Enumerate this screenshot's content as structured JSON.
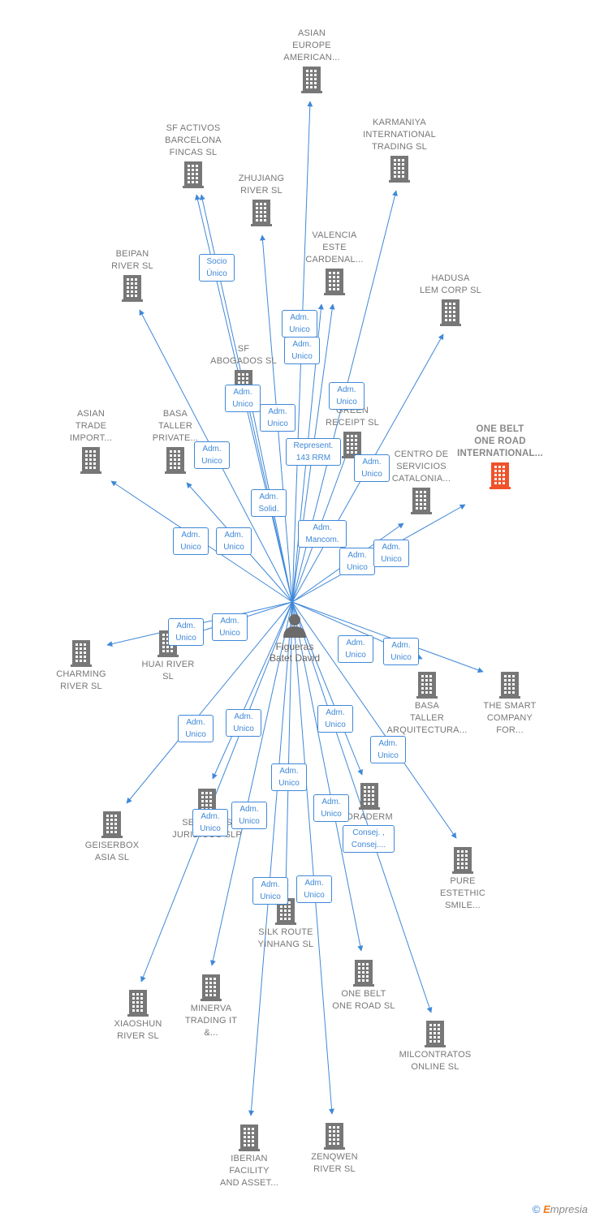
{
  "person": {
    "name": "Figueras\nBatet David",
    "icon": "person-icon"
  },
  "companies": [
    {
      "id": "asian-europe",
      "label": "ASIAN\nEUROPE\nAMERICAN..."
    },
    {
      "id": "sf-activos",
      "label": "SF ACTIVOS\nBARCELONA\nFINCAS  SL"
    },
    {
      "id": "karmaniya",
      "label": "KARMANIYA\nINTERNATIONAL\nTRADING  SL"
    },
    {
      "id": "zhujiang",
      "label": "ZHUJIANG\nRIVER  SL"
    },
    {
      "id": "valencia",
      "label": "VALENCIA\nESTE\nCARDENAL..."
    },
    {
      "id": "beipan",
      "label": "BEIPAN\nRIVER  SL"
    },
    {
      "id": "hadusa",
      "label": "HADUSA\nLEM CORP  SL"
    },
    {
      "id": "sf-abogados",
      "label": "SF\nABOGADOS SL"
    },
    {
      "id": "the-green",
      "label": "THE\nGREEN\nRECEIPT  SL"
    },
    {
      "id": "asian-trade",
      "label": "ASIAN\nTRADE\nIMPORT..."
    },
    {
      "id": "basa-private",
      "label": "BASA\nTALLER\nPRIVATE..."
    },
    {
      "id": "one-belt-intl",
      "label": "ONE BELT\nONE ROAD\nINTERNATIONAL...",
      "highlight": true
    },
    {
      "id": "centro",
      "label": "CENTRO DE\nSERVICIOS\nCATALONIA..."
    },
    {
      "id": "charming",
      "label": "CHARMING\nRIVER  SL"
    },
    {
      "id": "huai",
      "label": "HUAI RIVER\nSL"
    },
    {
      "id": "basa-arq",
      "label": "BASA\nTALLER\nARQUITECTURA..."
    },
    {
      "id": "smart-company",
      "label": "THE SMART\nCOMPANY\nFOR..."
    },
    {
      "id": "geiserbox",
      "label": "GEISERBOX\nASIA  SL"
    },
    {
      "id": "servicios",
      "label": "SERVICIOS\nJURIDICOS  SLP"
    },
    {
      "id": "oraderm",
      "label": "ORADERM"
    },
    {
      "id": "pure",
      "label": "PURE\nESTETHIC\nSMILE..."
    },
    {
      "id": "silk-route",
      "label": "SILK ROUTE\nYINHANG  SL"
    },
    {
      "id": "xiaoshun",
      "label": "XIAOSHUN\nRIVER  SL"
    },
    {
      "id": "minerva",
      "label": "MINERVA\nTRADING IT\n&..."
    },
    {
      "id": "one-belt-sl",
      "label": "ONE BELT\nONE ROAD  SL"
    },
    {
      "id": "milcontratos",
      "label": "MILCONTRATOS\nONLINE  SL"
    },
    {
      "id": "iberian",
      "label": "IBERIAN\nFACILITY\nAND ASSET..."
    },
    {
      "id": "zenqwen",
      "label": "ZENQWEN\nRIVER  SL"
    }
  ],
  "relations": [
    "Socio\nÚnico",
    "Adm.\nUnico",
    "Adm.\nUnico",
    "Adm.\nUnico",
    "Adm.\nUnico",
    "Adm.\nUnico",
    "Represent.\n143 RRM",
    "Adm.\nUnico",
    "Adm.\nUnico",
    "Adm.\nSolid.",
    "Adm.\nUnico",
    "Adm.\nUnico",
    "Adm.\nMancom.",
    "Adm.\nUnico",
    "Adm.\nUnico",
    "Adm.\nUnico",
    "Adm.\nUnico",
    "Adm.\nUnico",
    "Adm.\nUnico",
    "Adm.\nUnico",
    "Adm.\nUnico",
    "Adm.\nUnico",
    "Adm.\nUnico",
    "Adm.\nUnico",
    "Adm.\nUnico",
    "Adm.\nUnico",
    "Adm.\nUnico",
    "Consej. ,\nConsej....",
    "Adm.\nUnico",
    "Adm.\nUnico"
  ],
  "colors": {
    "edge": "#3f88d8",
    "building": "#777777",
    "highlight": "#f0522a",
    "person": "#6b6b6b"
  },
  "footer": {
    "copyright": "©",
    "brand_e": "E",
    "brand_rest": "mpresia"
  }
}
